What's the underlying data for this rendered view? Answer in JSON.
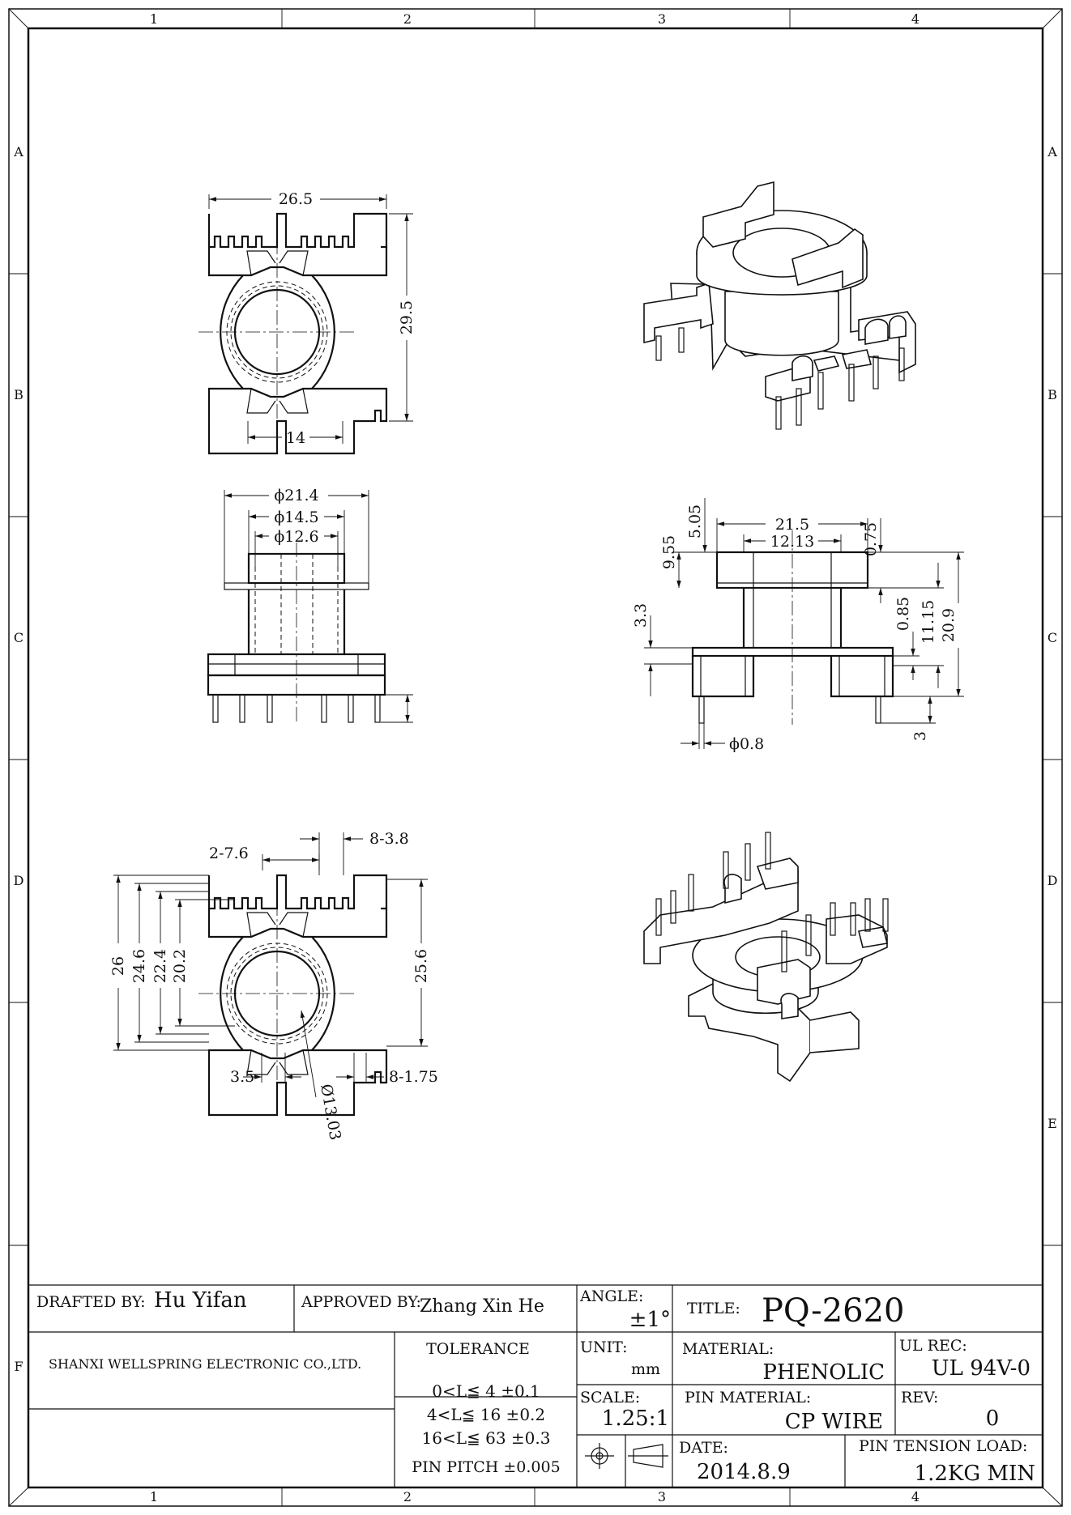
{
  "zones": {
    "columns": [
      "1",
      "2",
      "3",
      "4"
    ],
    "rows": [
      "A",
      "B",
      "C",
      "D",
      "E",
      "F"
    ]
  },
  "dims": {
    "top_width": "26.5",
    "top_height": "29.5",
    "top_pin_span": "14",
    "front_d1": "ϕ21.4",
    "front_d2": "ϕ14.5",
    "front_d3": "ϕ12.6",
    "side_505": "5.05",
    "side_955": "9.55",
    "side_215": "21.5",
    "side_1213": "12.13",
    "side_075": "0.75",
    "side_33": "3.3",
    "side_085": "0.85",
    "side_1115": "11.15",
    "side_209": "20.9",
    "side_3": "3",
    "side_pin": "ϕ0.8",
    "bot_27_6": "2-7.6",
    "bot_8_38": "8-3.8",
    "bot_26": "26",
    "bot_246": "24.6",
    "bot_224": "22.4",
    "bot_202": "20.2",
    "bot_256": "25.6",
    "bot_35": "3.5",
    "bot_8_175": "8-1.75",
    "bot_1303": "Ø13.03"
  },
  "title_block": {
    "drafted_label": "DRAFTED BY:",
    "drafted_value": "Hu Yifan",
    "approved_label": "APPROVED BY:",
    "approved_value": "Zhang Xin He",
    "angle_label": "ANGLE:",
    "angle_value": "±1°",
    "title_label": "TITLE:",
    "title_value": "PQ-2620",
    "company": "SHANXI WELLSPRING ELECTRONIC CO.,LTD.",
    "tolerance_label": "TOLERANCE",
    "tol_rows": [
      "0<L≦  4  ±0.1",
      "4<L≦ 16  ±0.2",
      "16<L≦ 63  ±0.3"
    ],
    "pin_pitch": "PIN PITCH ±0.005",
    "unit_label": "UNIT:",
    "unit_value": "mm",
    "scale_label": "SCALE:",
    "scale_value": "1.25:1",
    "material_label": "MATERIAL:",
    "material_value": "PHENOLIC",
    "pin_material_label": "PIN MATERIAL:",
    "pin_material_value": "CP WIRE",
    "ul_label": "UL REC:",
    "ul_value": "UL 94V-0",
    "rev_label": "REV:",
    "rev_value": "0",
    "date_label": "DATE:",
    "date_value": "2014.8.9",
    "pin_tension_label": "PIN TENSION LOAD:",
    "pin_tension_value": "1.2KG MIN"
  }
}
